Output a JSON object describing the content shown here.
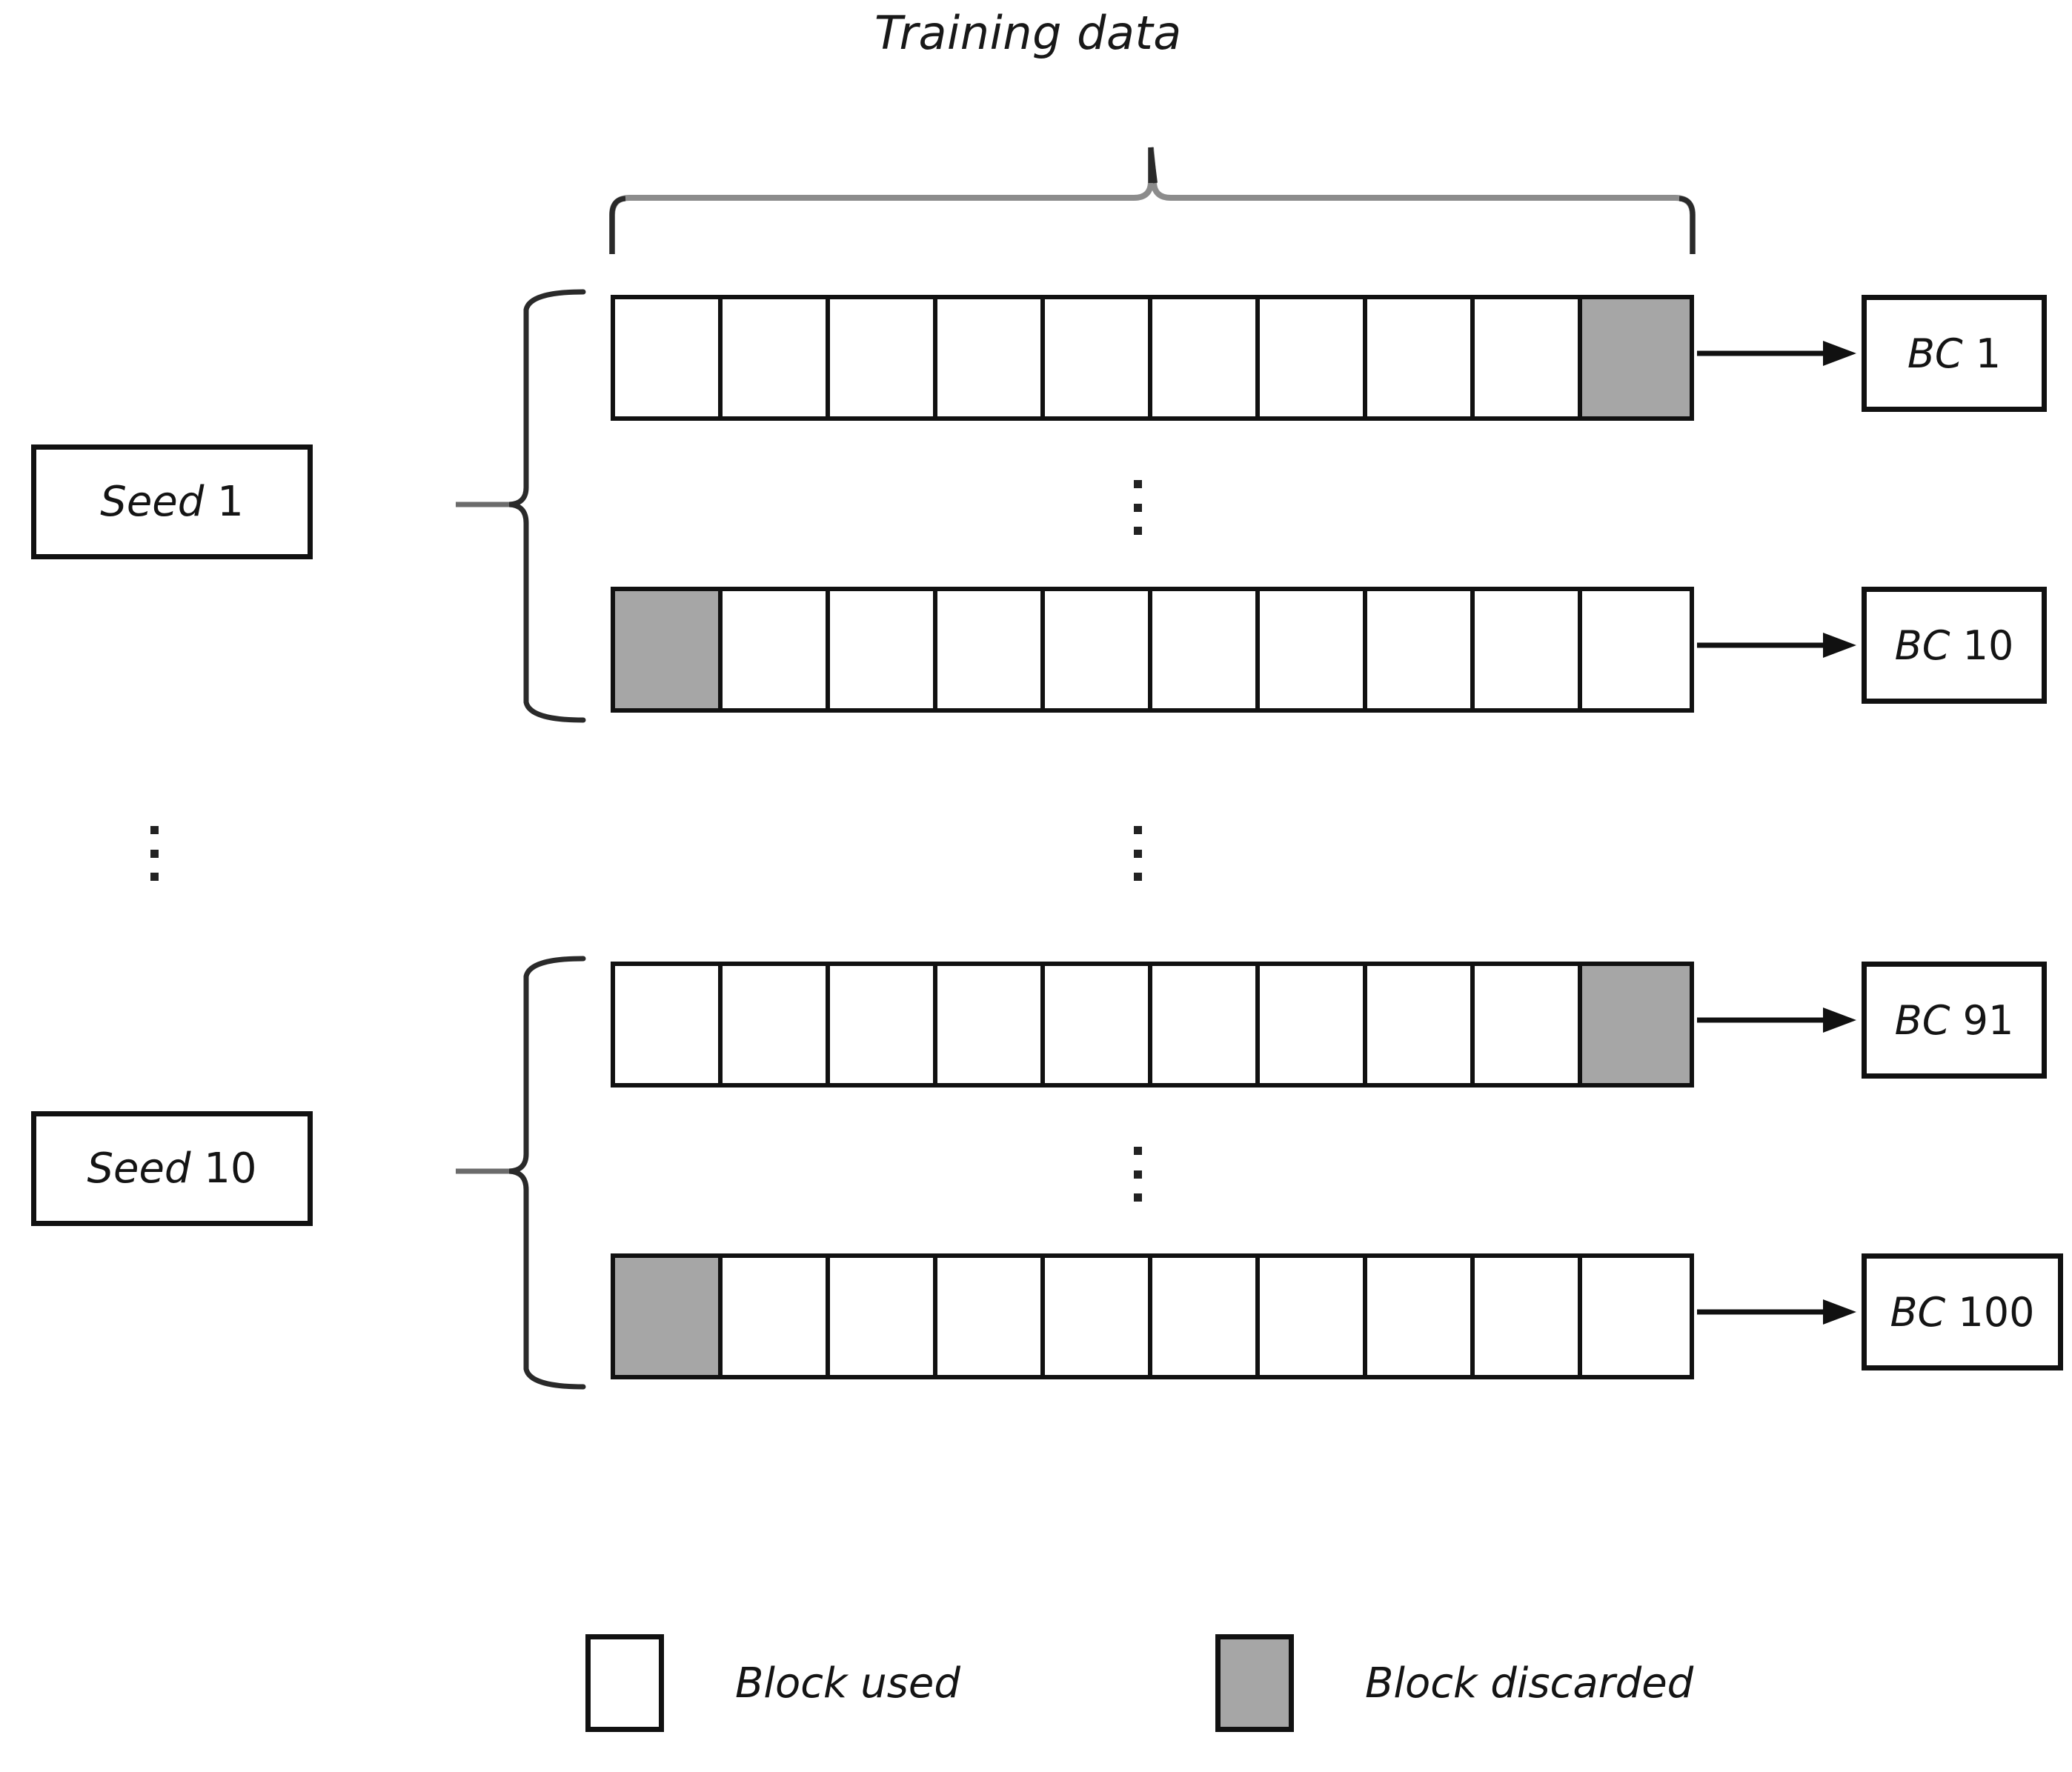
{
  "diagram": {
    "title": "Training data",
    "colors": {
      "block_used": "#ffffff",
      "block_discarded": "#a6a6a6",
      "stroke": "#111111",
      "brace": "#8c8c8c",
      "background": "#ffffff"
    },
    "blocks_per_row": 10,
    "groups": [
      {
        "seed_word": "Seed",
        "seed_number": "1",
        "rows": [
          {
            "bc_word": "BC",
            "bc_number": "1",
            "blocks": [
              "used",
              "used",
              "used",
              "used",
              "used",
              "used",
              "used",
              "used",
              "used",
              "discarded"
            ]
          },
          {
            "bc_word": "BC",
            "bc_number": "10",
            "blocks": [
              "discarded",
              "used",
              "used",
              "used",
              "used",
              "used",
              "used",
              "used",
              "used",
              "used"
            ]
          }
        ]
      },
      {
        "seed_word": "Seed",
        "seed_number": "10",
        "rows": [
          {
            "bc_word": "BC",
            "bc_number": "91",
            "blocks": [
              "used",
              "used",
              "used",
              "used",
              "used",
              "used",
              "used",
              "used",
              "used",
              "discarded"
            ]
          },
          {
            "bc_word": "BC",
            "bc_number": "100",
            "blocks": [
              "discarded",
              "used",
              "used",
              "used",
              "used",
              "used",
              "used",
              "used",
              "used",
              "used"
            ]
          }
        ]
      }
    ],
    "ellipsis_symbol": "⋮",
    "legend": {
      "items": [
        {
          "swatch": "used",
          "label": "Block used"
        },
        {
          "swatch": "discarded",
          "label": "Block discarded"
        }
      ]
    }
  }
}
